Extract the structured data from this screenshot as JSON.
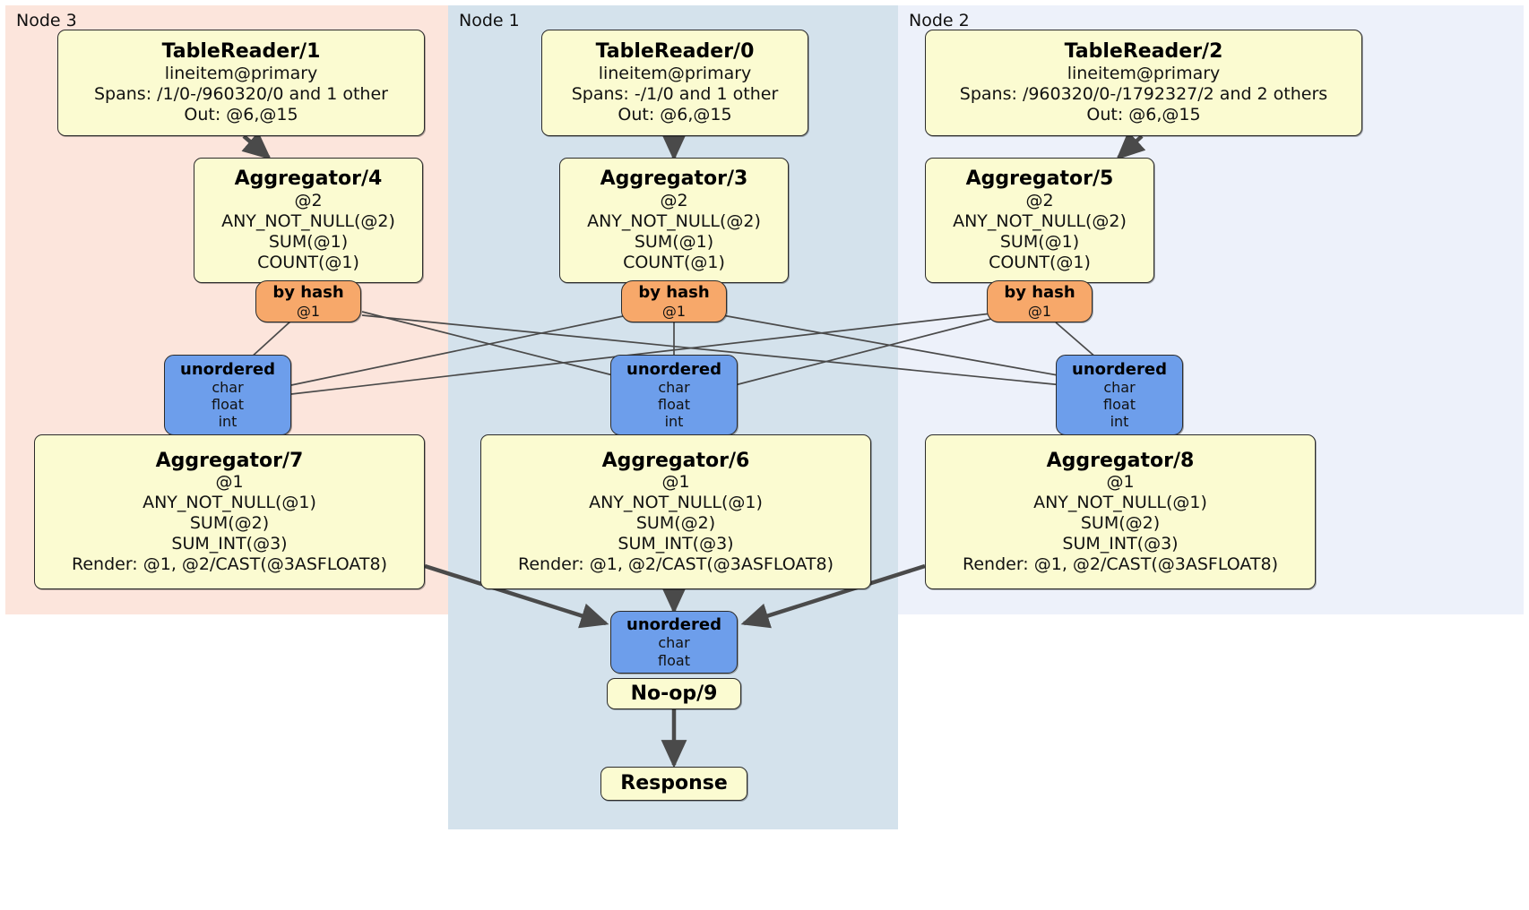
{
  "diagram": {
    "kind": "distributed-query-plan-flow",
    "panels": [
      {
        "id": "node3",
        "label": "Node 3",
        "color": "#fce5dc"
      },
      {
        "id": "node1",
        "label": "Node 1",
        "color": "#d4e2ec"
      },
      {
        "id": "node2",
        "label": "Node 2",
        "color": "#edf1fa"
      }
    ],
    "processors": {
      "table_reader_1": {
        "title": "TableReader/1",
        "lines": [
          "lineitem@primary",
          "Spans: /1/0-/960320/0 and 1 other",
          "Out: @6,@15"
        ]
      },
      "table_reader_0": {
        "title": "TableReader/0",
        "lines": [
          "lineitem@primary",
          "Spans: -/1/0 and 1 other",
          "Out: @6,@15"
        ]
      },
      "table_reader_2": {
        "title": "TableReader/2",
        "lines": [
          "lineitem@primary",
          "Spans: /960320/0-/1792327/2 and 2 others",
          "Out: @6,@15"
        ]
      },
      "aggregator_4": {
        "title": "Aggregator/4",
        "lines": [
          "@2",
          "ANY_NOT_NULL(@2)",
          "SUM(@1)",
          "COUNT(@1)"
        ]
      },
      "aggregator_3": {
        "title": "Aggregator/3",
        "lines": [
          "@2",
          "ANY_NOT_NULL(@2)",
          "SUM(@1)",
          "COUNT(@1)"
        ]
      },
      "aggregator_5": {
        "title": "Aggregator/5",
        "lines": [
          "@2",
          "ANY_NOT_NULL(@2)",
          "SUM(@1)",
          "COUNT(@1)"
        ]
      },
      "aggregator_7": {
        "title": "Aggregator/7",
        "lines": [
          "@1",
          "ANY_NOT_NULL(@1)",
          "SUM(@2)",
          "SUM_INT(@3)",
          "Render: @1, @2/CAST(@3ASFLOAT8)"
        ]
      },
      "aggregator_6": {
        "title": "Aggregator/6",
        "lines": [
          "@1",
          "ANY_NOT_NULL(@1)",
          "SUM(@2)",
          "SUM_INT(@3)",
          "Render: @1, @2/CAST(@3ASFLOAT8)"
        ]
      },
      "aggregator_8": {
        "title": "Aggregator/8",
        "lines": [
          "@1",
          "ANY_NOT_NULL(@1)",
          "SUM(@2)",
          "SUM_INT(@3)",
          "Render: @1, @2/CAST(@3ASFLOAT8)"
        ]
      },
      "noop_9": {
        "title": "No-op/9",
        "lines": []
      },
      "response": {
        "title": "Response",
        "lines": []
      }
    },
    "routers": {
      "router_left": {
        "title": "by hash",
        "lines": [
          "@1"
        ]
      },
      "router_center": {
        "title": "by hash",
        "lines": [
          "@1"
        ]
      },
      "router_right": {
        "title": "by hash",
        "lines": [
          "@1"
        ]
      }
    },
    "receivers": {
      "receiver_left": {
        "title": "unordered",
        "lines": [
          "char",
          "float",
          "int"
        ]
      },
      "receiver_center": {
        "title": "unordered",
        "lines": [
          "char",
          "float",
          "int"
        ]
      },
      "receiver_right": {
        "title": "unordered",
        "lines": [
          "char",
          "float",
          "int"
        ]
      },
      "receiver_final": {
        "title": "unordered",
        "lines": [
          "char",
          "float"
        ]
      }
    },
    "colors": {
      "processor_fill": "#fbfbd1",
      "router_fill": "#f7a86a",
      "receiver_fill": "#6d9eeb",
      "stroke": "#2b2b2b",
      "edge": "#4a4a4a",
      "node3_panel": "#fce5dc",
      "node1_panel": "#d4e2ec",
      "node2_panel": "#edf1fa"
    }
  }
}
